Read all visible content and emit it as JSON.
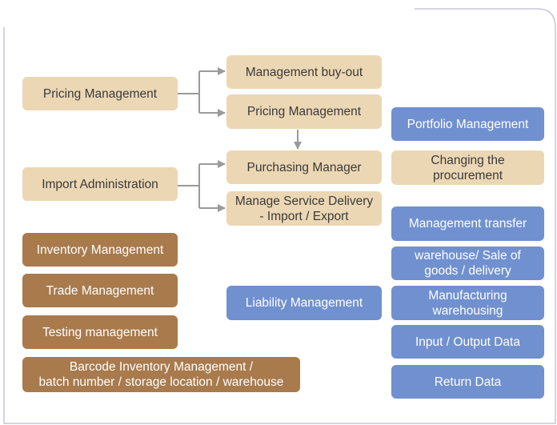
{
  "colors": {
    "frame": "#c5c6dc",
    "connector": "#9a9a9a",
    "beige": "#ecd7b4",
    "brown": "#a87a4c",
    "blue": "#7090cf",
    "beige_text": "#3a3a3a"
  },
  "left": {
    "pricing_management": "Pricing Management",
    "import_administration": "Import Administration"
  },
  "middle": {
    "management_buyout": "Management buy-out",
    "pricing_management": "Pricing Management",
    "purchasing_manager": "Purchasing Manager",
    "manage_service_delivery": "Manage Service Delivery\n- Import / Export",
    "liability_management": "Liability Management"
  },
  "brown_modules": {
    "inventory_management": "Inventory Management",
    "trade_management": "Trade Management",
    "testing_management": "Testing management",
    "barcode_inventory": "Barcode Inventory Management /\nbatch number / storage location / warehouse"
  },
  "right": {
    "portfolio_management": "Portfolio Management",
    "changing_procurement": "Changing the\nprocurement",
    "management_transfer": "Management transfer",
    "warehouse_sale": "warehouse/ Sale of\ngoods / delivery",
    "manufacturing_warehousing": "Manufacturing\nwarehousing",
    "input_output_data": "Input / Output Data",
    "return_data": "Return Data"
  }
}
